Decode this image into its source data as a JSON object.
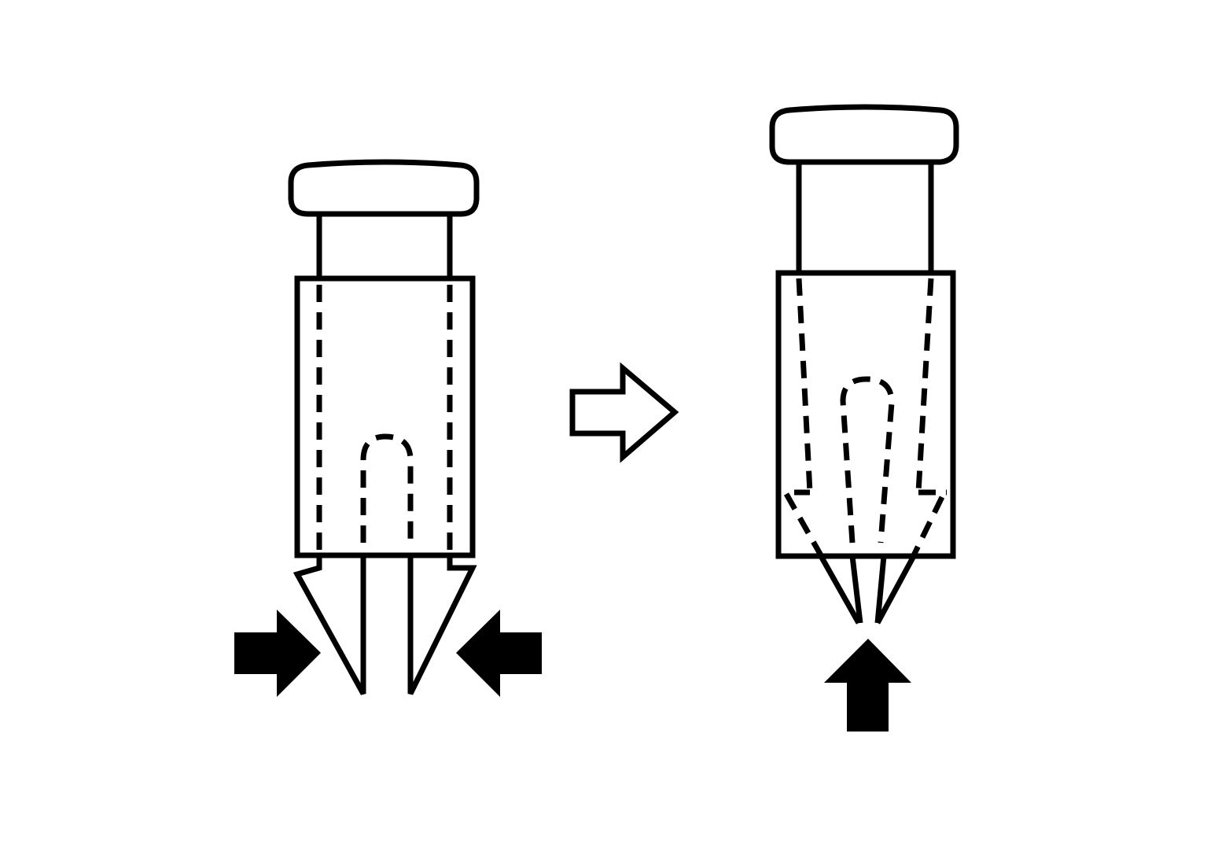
{
  "colors": {
    "ink": "#000000",
    "background": "#ffffff",
    "hollow_arrow_fill": "#ffffff"
  },
  "figures": [
    {
      "id": "left",
      "state": "tips squeezed inward",
      "force_arrows": [
        "arrow-right",
        "arrow-left"
      ]
    },
    {
      "id": "right",
      "state": "tips joined, pushed upward",
      "force_arrows": [
        "arrow-up"
      ]
    }
  ],
  "transition_arrow": {
    "icon": "hollow-arrow-right"
  }
}
